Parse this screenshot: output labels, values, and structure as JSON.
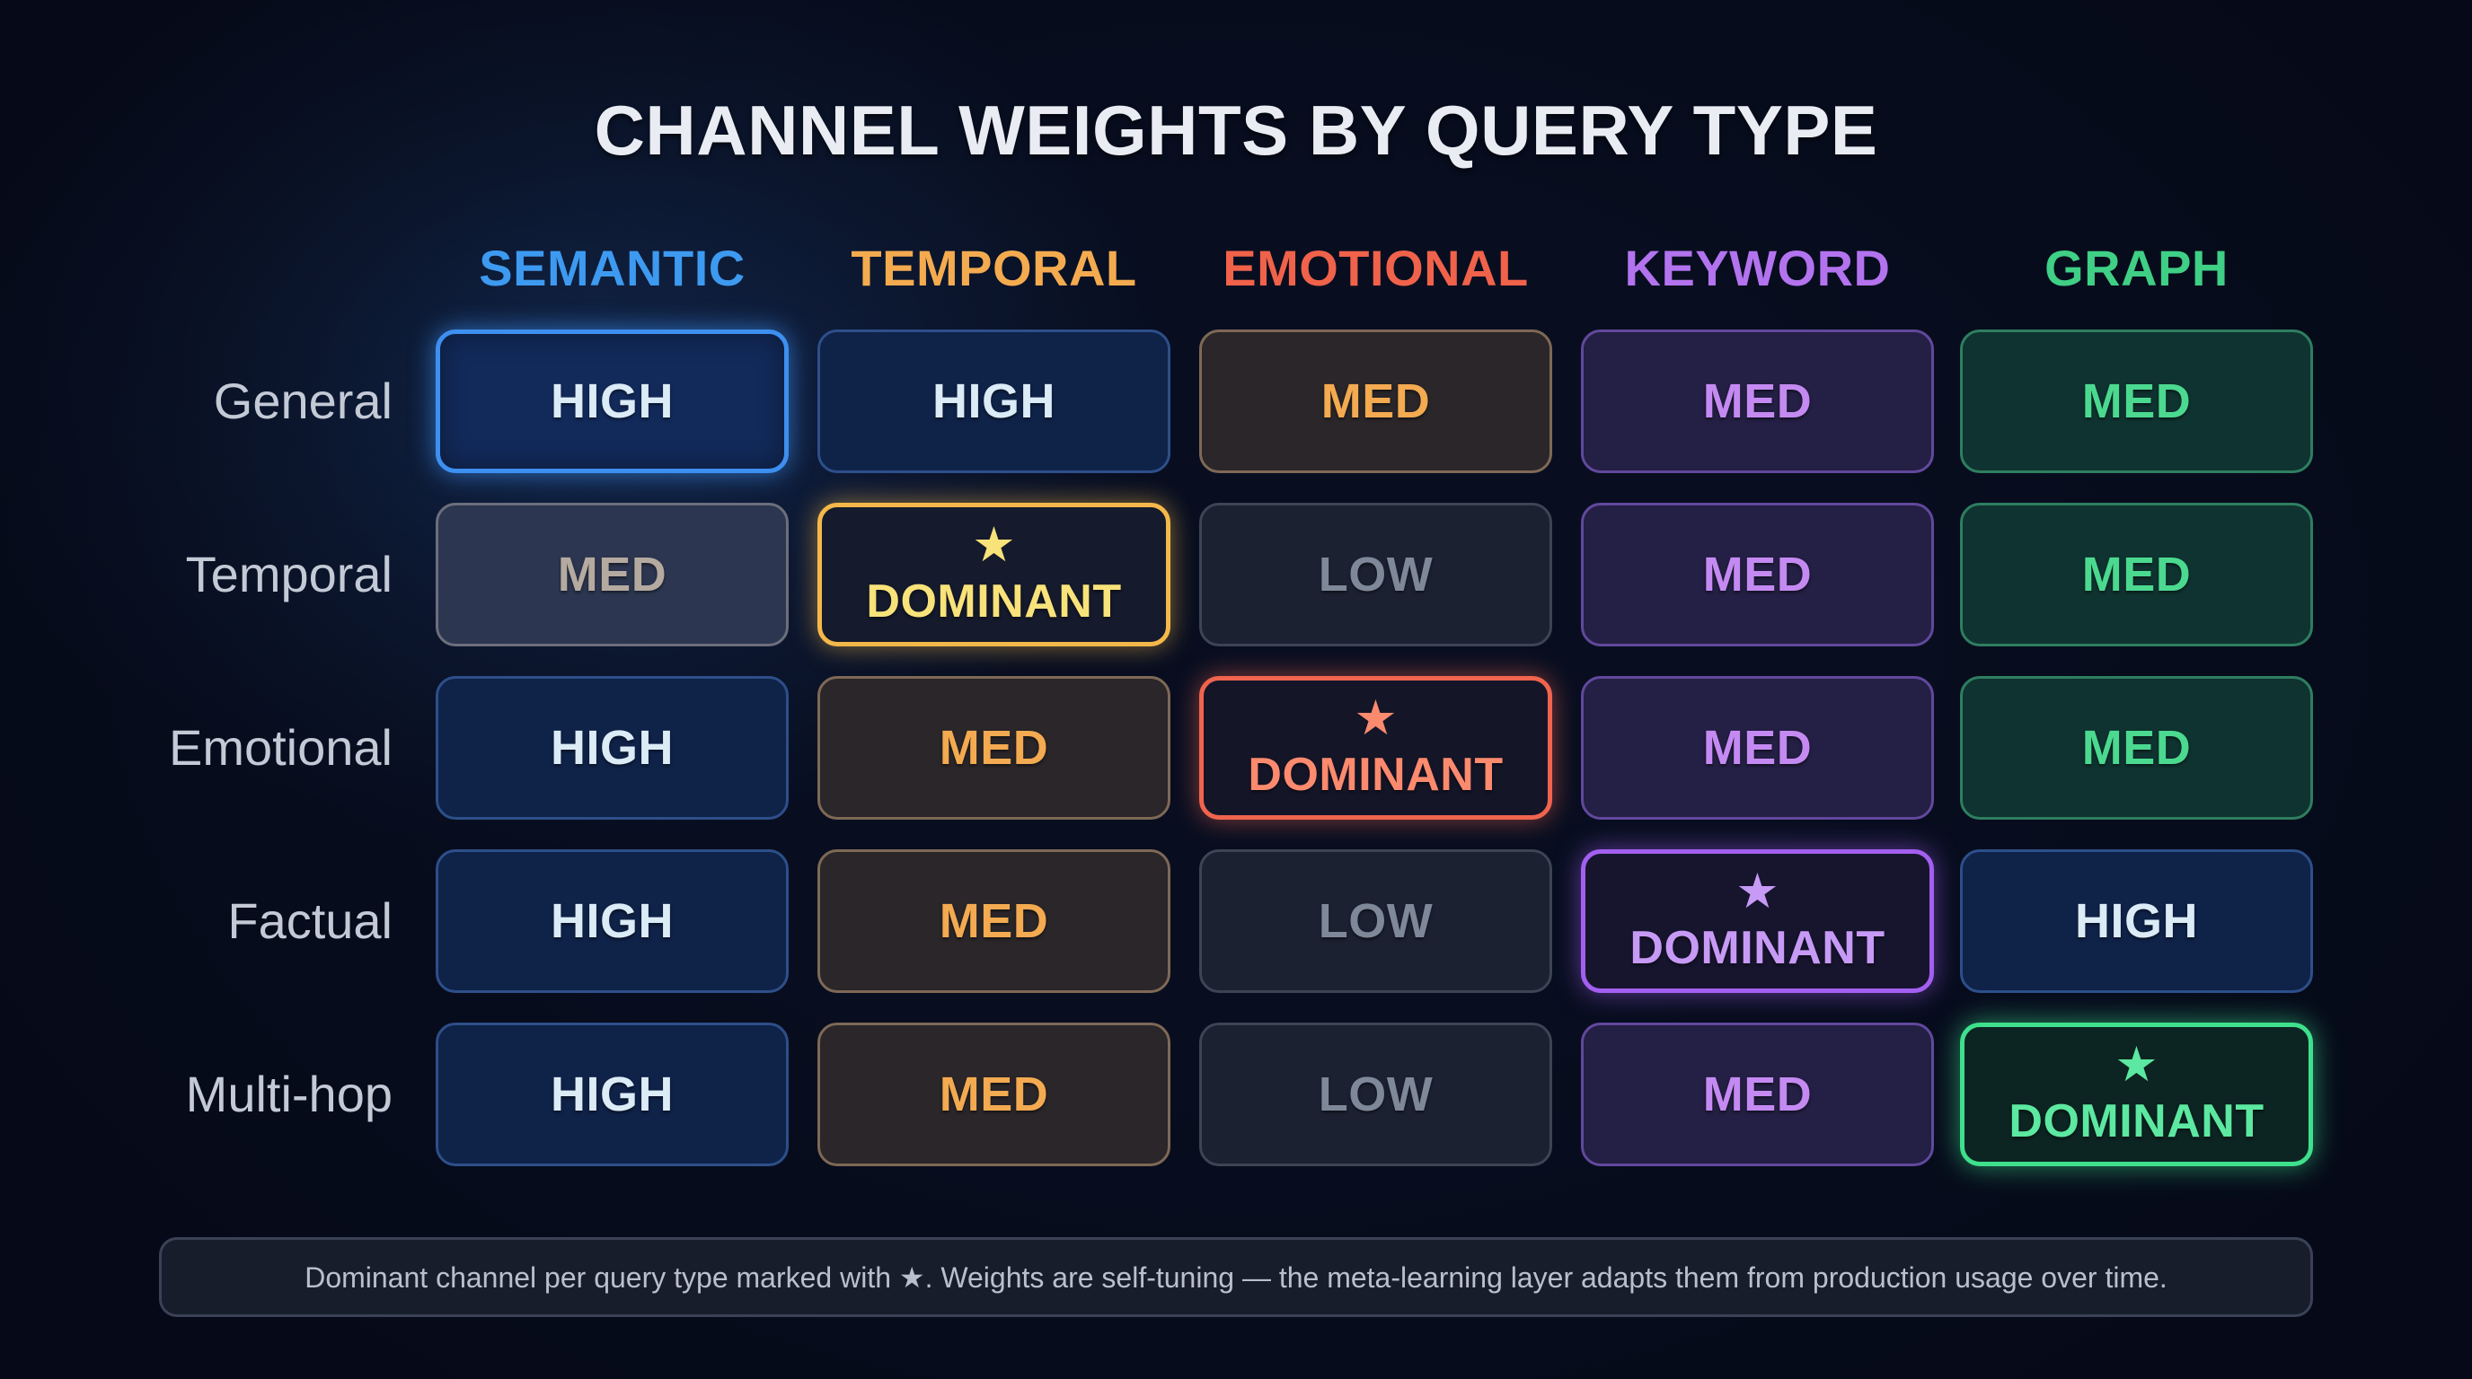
{
  "title": "CHANNEL WEIGHTS BY QUERY TYPE",
  "columns": [
    {
      "label": "SEMANTIC",
      "color": "#3d9af0"
    },
    {
      "label": "TEMPORAL",
      "color": "#f4ab4f"
    },
    {
      "label": "EMOTIONAL",
      "color": "#f0624a"
    },
    {
      "label": "KEYWORD",
      "color": "#b373ef"
    },
    {
      "label": "GRAPH",
      "color": "#3fcf85"
    }
  ],
  "rows": [
    {
      "label": "General",
      "cells": [
        "HIGH",
        "HIGH",
        "MED",
        "MED",
        "MED"
      ]
    },
    {
      "label": "Temporal",
      "cells": [
        "MED",
        "DOMINANT",
        "LOW",
        "MED",
        "MED"
      ]
    },
    {
      "label": "Emotional",
      "cells": [
        "HIGH",
        "MED",
        "DOMINANT",
        "MED",
        "MED"
      ]
    },
    {
      "label": "Factual",
      "cells": [
        "HIGH",
        "MED",
        "LOW",
        "DOMINANT",
        "HIGH"
      ]
    },
    {
      "label": "Multi-hop",
      "cells": [
        "HIGH",
        "MED",
        "LOW",
        "MED",
        "DOMINANT"
      ]
    }
  ],
  "dominant_icon": "★",
  "footer": "Dominant channel per query type marked with ★. Weights are self-tuning — the meta-learning layer adapts them from production usage over time.",
  "chart_data": {
    "type": "table",
    "title": "CHANNEL WEIGHTS BY QUERY TYPE",
    "columns": [
      "SEMANTIC",
      "TEMPORAL",
      "EMOTIONAL",
      "KEYWORD",
      "GRAPH"
    ],
    "rows": [
      "General",
      "Temporal",
      "Emotional",
      "Factual",
      "Multi-hop"
    ],
    "values": [
      [
        "HIGH",
        "HIGH",
        "MED",
        "MED",
        "MED"
      ],
      [
        "MED",
        "DOMINANT",
        "LOW",
        "MED",
        "MED"
      ],
      [
        "HIGH",
        "MED",
        "DOMINANT",
        "MED",
        "MED"
      ],
      [
        "HIGH",
        "MED",
        "LOW",
        "DOMINANT",
        "HIGH"
      ],
      [
        "HIGH",
        "MED",
        "LOW",
        "MED",
        "DOMINANT"
      ]
    ]
  }
}
